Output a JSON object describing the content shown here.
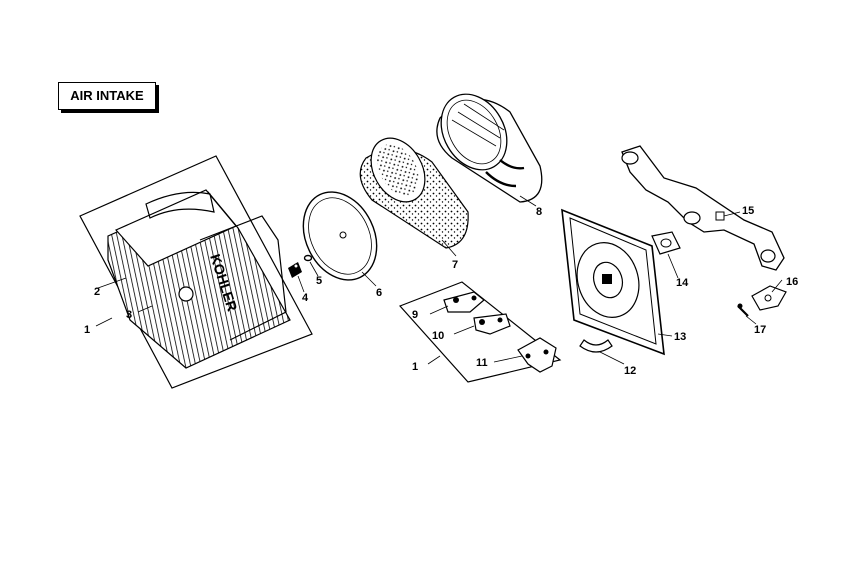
{
  "title": "AIR INTAKE",
  "brand_text": "KOHLER",
  "callouts": {
    "c1a": "1",
    "c1b": "1",
    "c2": "2",
    "c3": "3",
    "c4": "4",
    "c5": "5",
    "c6": "6",
    "c7": "7",
    "c8": "8",
    "c9": "9",
    "c10": "10",
    "c11": "11",
    "c12": "12",
    "c13": "13",
    "c14": "14",
    "c15": "15",
    "c16": "16",
    "c17": "17"
  }
}
